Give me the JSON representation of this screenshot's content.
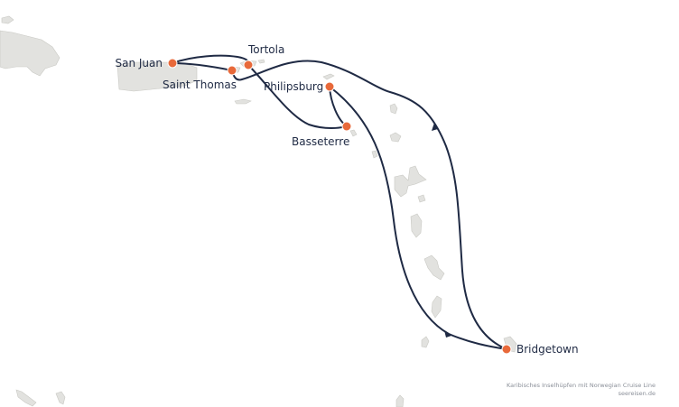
{
  "map": {
    "land_color": "#e2e2df",
    "route_color": "#1f2a44",
    "port_color": "#e8693a"
  },
  "ports": [
    {
      "id": "san-juan",
      "label": "San Juan"
    },
    {
      "id": "saint-thomas",
      "label": "Saint Thomas"
    },
    {
      "id": "tortola",
      "label": "Tortola"
    },
    {
      "id": "philipsburg",
      "label": "Philipsburg"
    },
    {
      "id": "basseterre",
      "label": "Basseterre"
    },
    {
      "id": "bridgetown",
      "label": "Bridgetown"
    }
  ],
  "route_order": [
    "San Juan",
    "Tortola",
    "Basseterre",
    "Philipsburg",
    "Bridgetown",
    "Saint Thomas",
    "San Juan"
  ],
  "attribution": {
    "line1": "Karibisches Inselhüpfen mit Norwegian Cruise Line",
    "line2": "seereisen.de"
  }
}
